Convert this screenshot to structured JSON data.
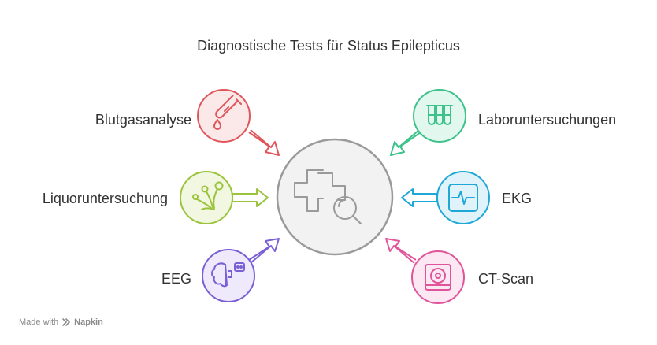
{
  "title": "Diagnostische Tests für Status Epilepticus",
  "center": {
    "icon": "medical-search-icon"
  },
  "items": [
    {
      "label": "Blutgasanalyse",
      "icon": "test-tube-icon",
      "color": "#e0555a",
      "fill": "#fbe9e9",
      "side": "left"
    },
    {
      "label": "Liquoruntersuchung",
      "icon": "nerve-cells-icon",
      "color": "#9bc43c",
      "fill": "#f1f7e0",
      "side": "left"
    },
    {
      "label": "EEG",
      "icon": "brain-chip-icon",
      "color": "#7a5fd6",
      "fill": "#eeeafb",
      "side": "left"
    },
    {
      "label": "Laboruntersuchungen",
      "icon": "sample-tubes-icon",
      "color": "#3cc28a",
      "fill": "#e2f7ee",
      "side": "right"
    },
    {
      "label": "EKG",
      "icon": "heartbeat-monitor-icon",
      "color": "#1fa8d6",
      "fill": "#e0f3fb",
      "side": "right"
    },
    {
      "label": "CT-Scan",
      "icon": "ct-scanner-icon",
      "color": "#e0559a",
      "fill": "#fbe8f2",
      "side": "right"
    }
  ],
  "footer": {
    "prefix": "Made with",
    "brand": "Napkin",
    "icon": "napkin-logo-icon"
  }
}
